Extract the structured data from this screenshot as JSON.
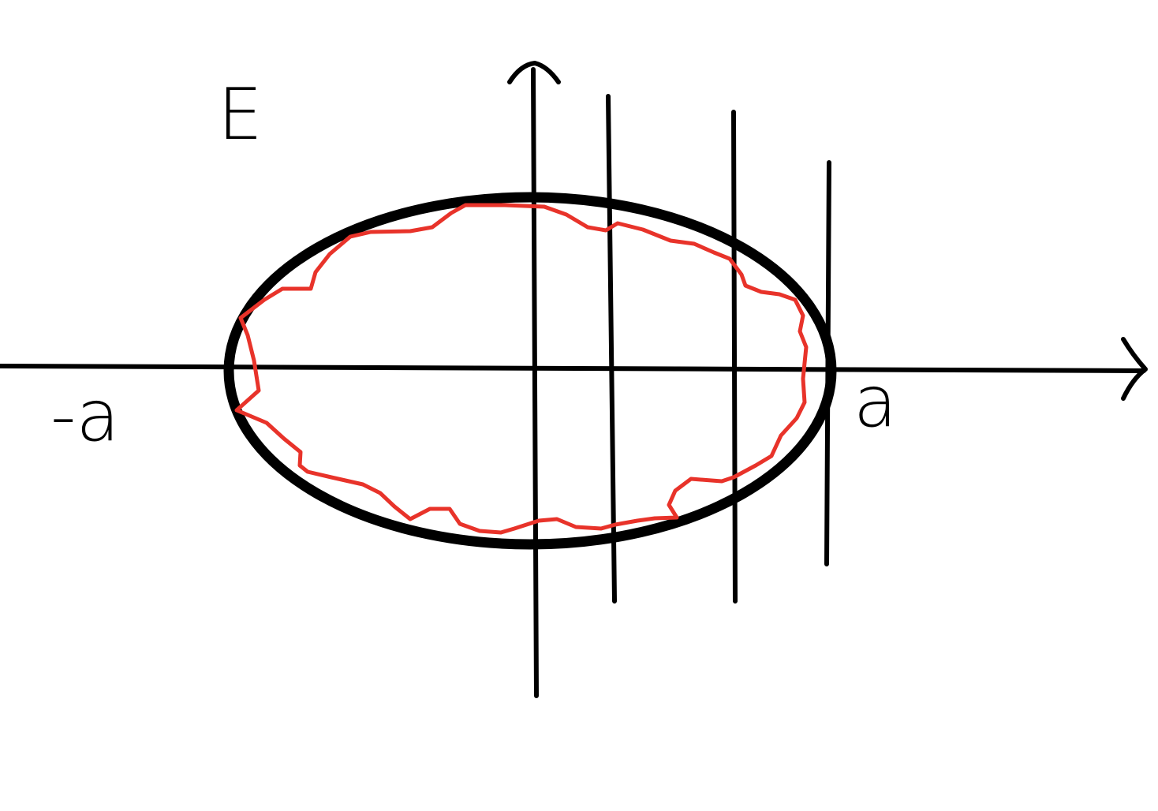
{
  "labels": {
    "set_name": "E",
    "left_point": "-a",
    "right_point": "a"
  },
  "colors": {
    "ink": "#000000",
    "curve": "#e8332a",
    "background": "#ffffff"
  }
}
